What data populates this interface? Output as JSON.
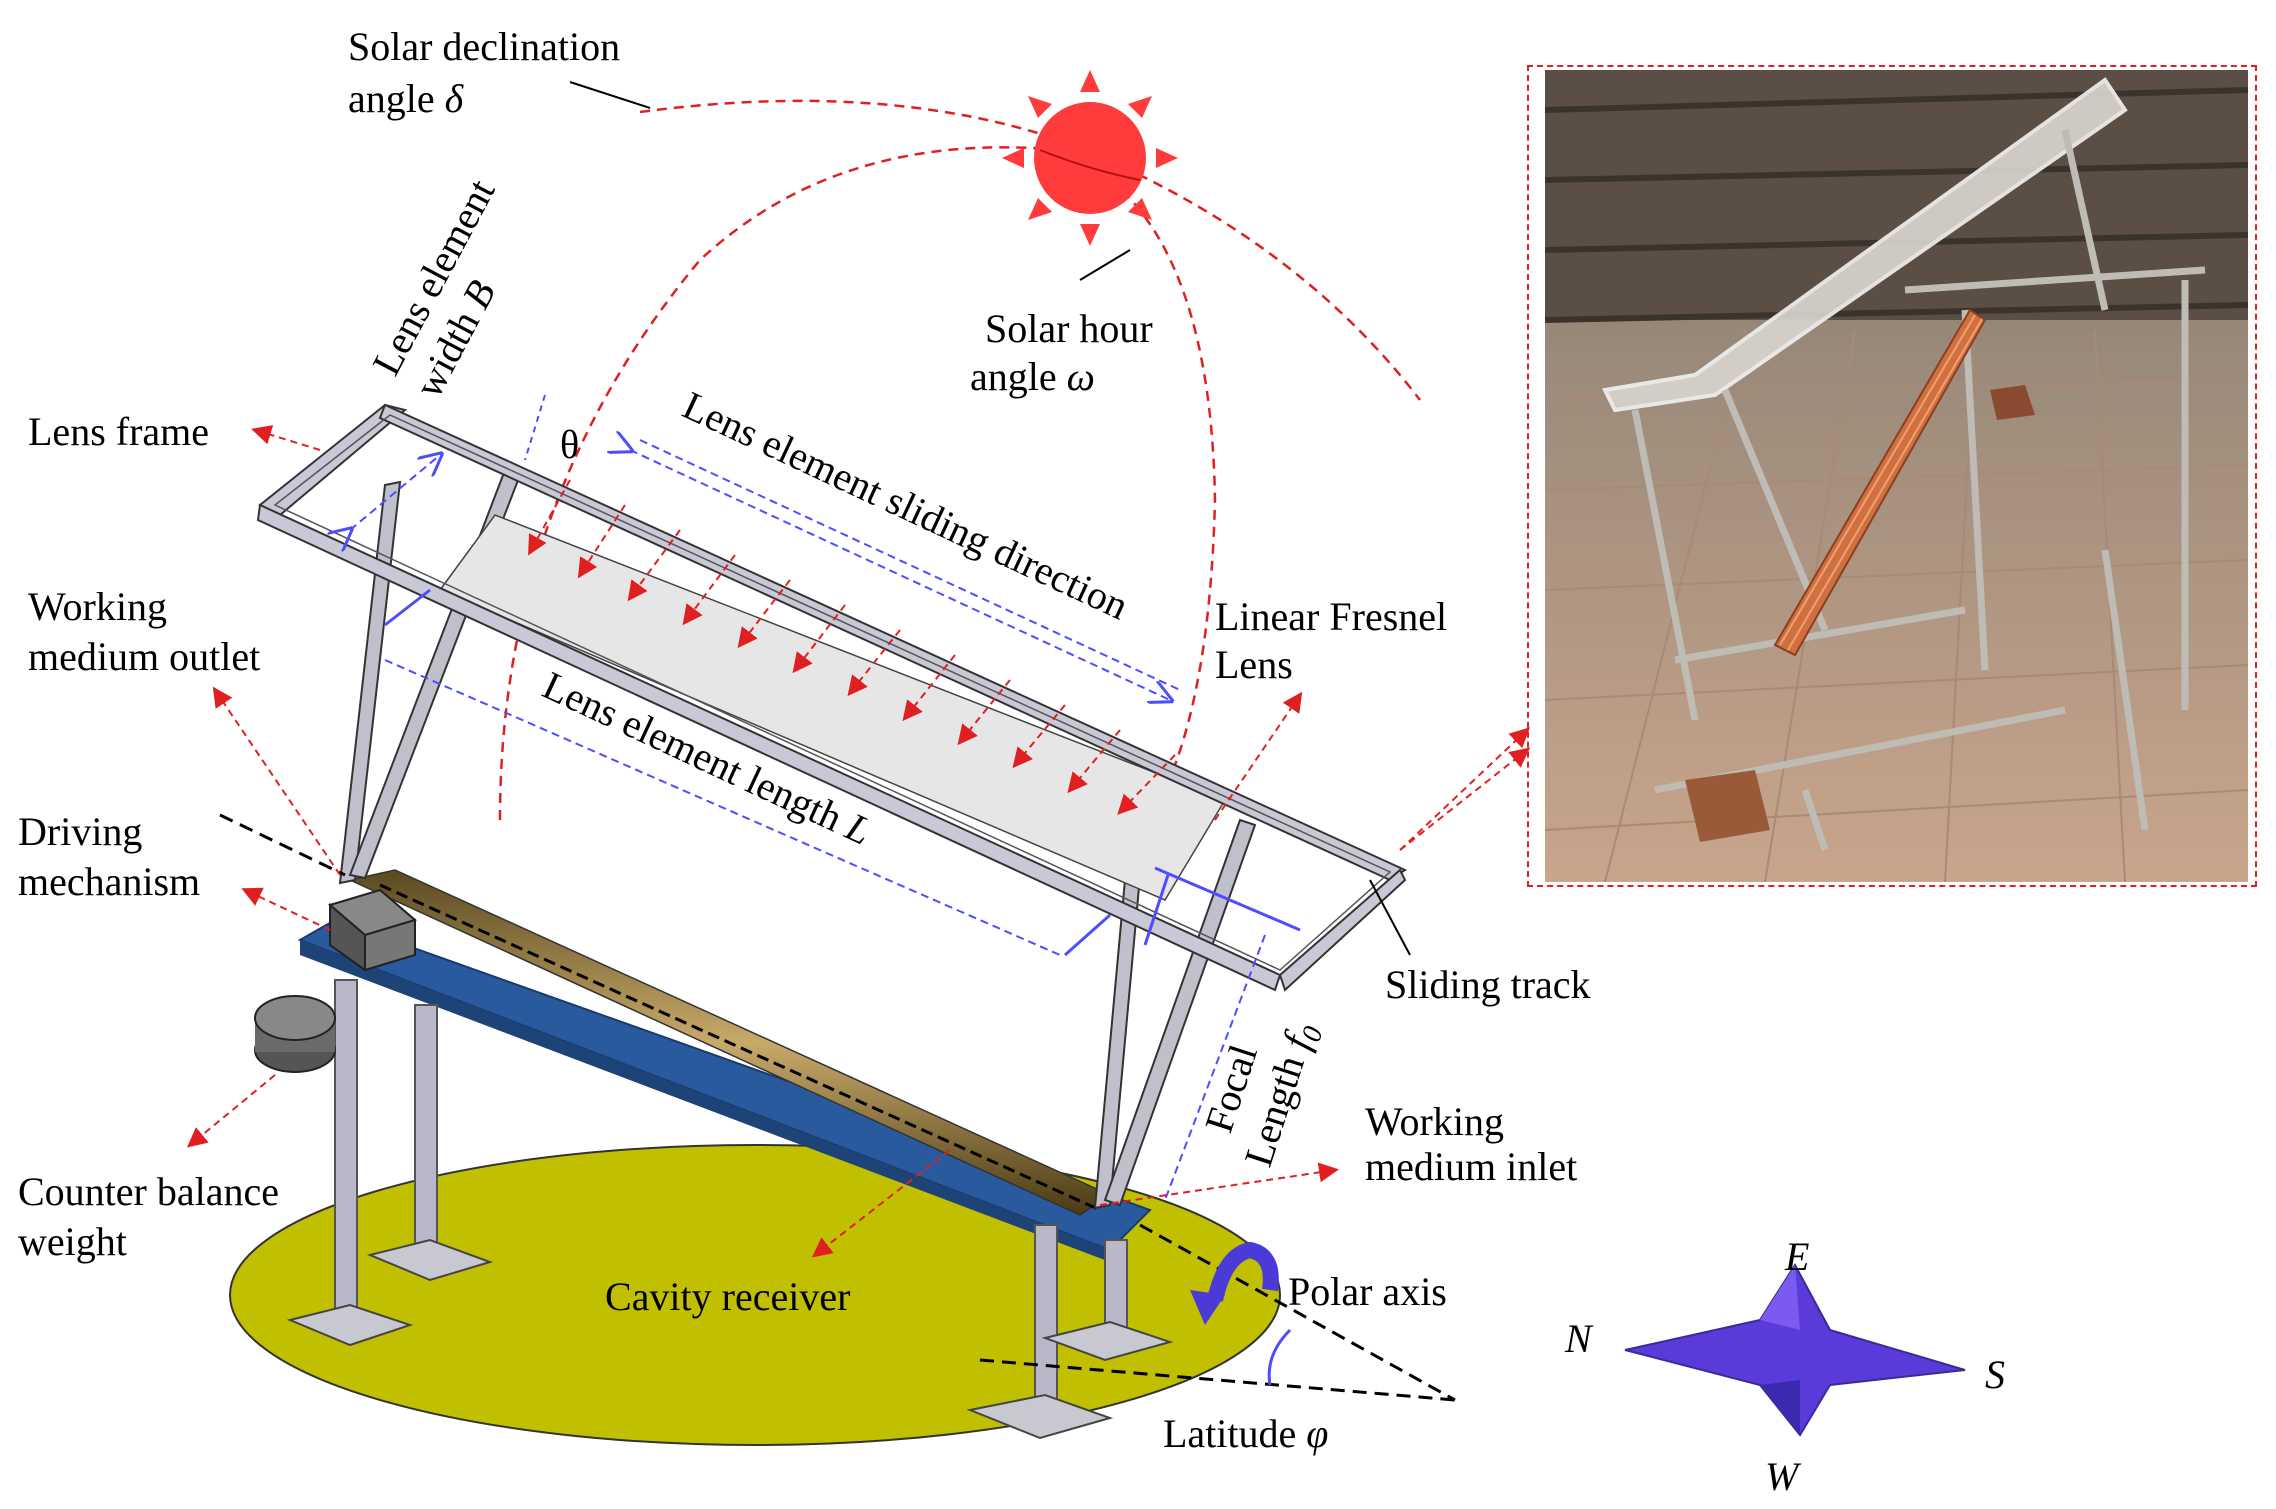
{
  "labels": {
    "solar_declination_l1": "Solar  declination",
    "solar_declination_l2": "angle ",
    "solar_declination_sym": "δ",
    "solar_hour_l1": "Solar hour",
    "solar_hour_l2": "angle ",
    "solar_hour_sym": "ω",
    "lens_width_l1": "Lens  element",
    "lens_width_l2": "width ",
    "lens_width_sym": "B",
    "lens_frame": "Lens frame",
    "theta": "θ",
    "sliding_direction": "Lens element sliding direction",
    "linear_fresnel_l1": "Linear Fresnel",
    "linear_fresnel_l2": "Lens",
    "wm_outlet_l1": "Working",
    "wm_outlet_l2": "medium outlet",
    "lens_length": "Lens element length ",
    "lens_length_sym": "L",
    "driving_l1": "Driving",
    "driving_l2": "mechanism",
    "sliding_track": "Sliding track",
    "focal_l1": "Focal",
    "focal_l2": "Length ",
    "focal_sym": "f",
    "focal_sub": "0",
    "wm_inlet_l1": "Working",
    "wm_inlet_l2": "medium inlet",
    "counter_l1": "Counter balance",
    "counter_l2": "weight",
    "cavity_receiver": "Cavity receiver",
    "polar_axis": "Polar axis",
    "latitude": "Latitude ",
    "latitude_sym": "φ"
  },
  "compass": {
    "north": "N",
    "east": "E",
    "south": "S",
    "west": "W"
  },
  "colors": {
    "annotation_red": "#e02020",
    "dimension_blue": "#4d4dff",
    "base_blue": "#2a5a9e",
    "ground_yellow": "#c0c000",
    "sun_red": "#ff3b3b",
    "compass_blue": "#5a3ad8"
  }
}
